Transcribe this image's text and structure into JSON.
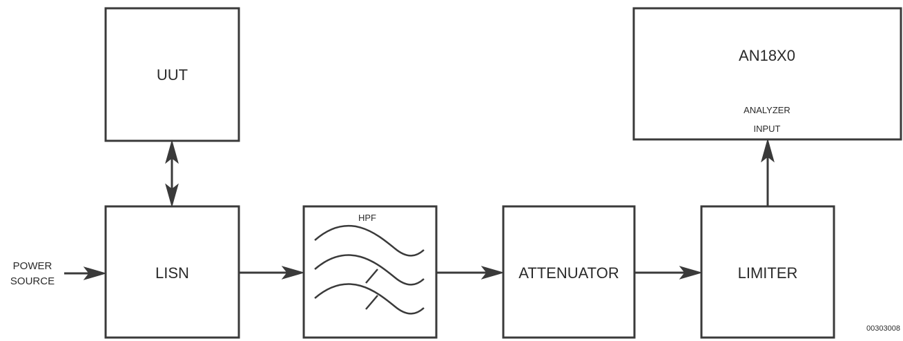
{
  "blocks": {
    "uut": "UUT",
    "lisn": "LISN",
    "hpf": "HPF",
    "attenuator": "ATTENUATOR",
    "limiter": "LIMITER",
    "analyzer": "AN18X0",
    "analyzer_input_line1": "ANALYZER",
    "analyzer_input_line2": "INPUT"
  },
  "power_source": {
    "line1": "POWER",
    "line2": "SOURCE"
  },
  "figure_id": "00303008",
  "icons": {
    "hpf_symbol": "high-pass-filter-icon"
  }
}
